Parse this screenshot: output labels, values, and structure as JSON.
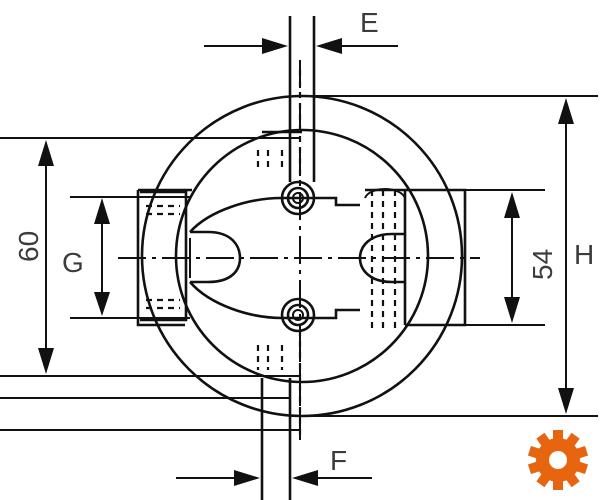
{
  "dimensions": {
    "e": "E",
    "f": "F",
    "g": "G",
    "h": "H",
    "d60": "60",
    "d54": "54"
  },
  "logo": {
    "icon": "gear-icon",
    "color": "#e8650f"
  }
}
